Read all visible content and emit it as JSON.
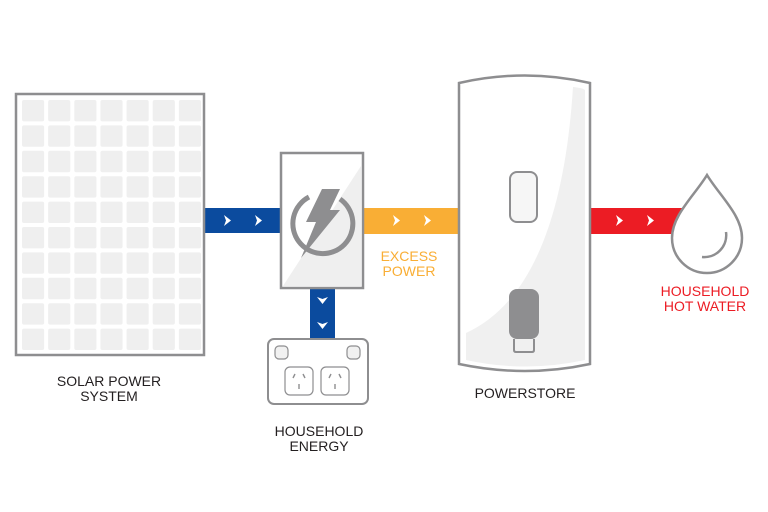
{
  "labels": {
    "solar_line1": "SOLAR POWER",
    "solar_line2": "SYSTEM",
    "household_energy_line1": "HOUSEHOLD",
    "household_energy_line2": "ENERGY",
    "excess_line1": "EXCESS",
    "excess_line2": "POWER",
    "powerstore": "POWERSTORE",
    "hot_water_line1": "HOUSEHOLD",
    "hot_water_line2": "HOT WATER"
  },
  "colors": {
    "blue": "#0b4b9e",
    "orange": "#f9ae35",
    "red": "#ec1c24",
    "outline": "#8e8e90",
    "fill": "#f1f1f1",
    "text": "#231f20"
  }
}
